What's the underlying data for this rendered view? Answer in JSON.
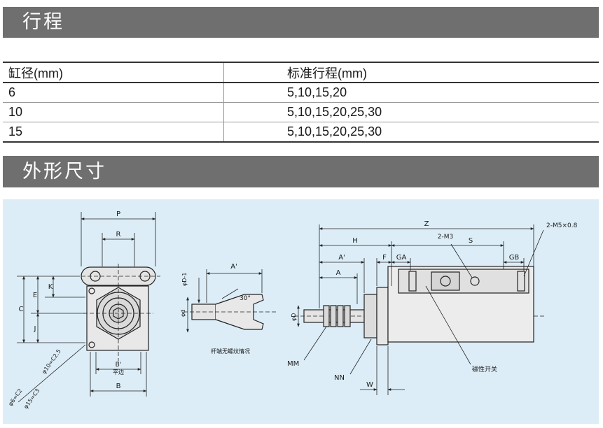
{
  "sections": {
    "stroke_title": "行程",
    "dimensions_title": "外形尺寸"
  },
  "table": {
    "headers": [
      "缸径(mm)",
      "标准行程(mm)"
    ],
    "rows": [
      [
        "6",
        "5,10,15,20"
      ],
      [
        "10",
        "5,10,15,20,25,30"
      ],
      [
        "15",
        "5,10,15,20,25,30"
      ]
    ]
  },
  "drawing": {
    "labels": {
      "P": "P",
      "R": "R",
      "K": "K",
      "E": "E",
      "C": "C",
      "J": "J",
      "B_prime": "B'",
      "flat_side": "平边",
      "B": "B",
      "phi6": "φ6=C2",
      "phi10": "φ10=C2.5",
      "phi15": "φ15=C3",
      "A_prime_left": "A'",
      "phi_D1": "φD-1",
      "phi_d": "φd",
      "angle": "30°",
      "rod_note": "杆端无螺纹情况",
      "Z": "Z",
      "H": "H",
      "two_M3": "2-M3",
      "S": "S",
      "two_M5": "2-M5×0.8",
      "A_prime_right": "A'",
      "F": "F",
      "GA": "GA",
      "GB": "GB",
      "A": "A",
      "phi_D": "φD",
      "MM": "MM",
      "NN": "NN",
      "W": "W",
      "switch": "磁性开关"
    }
  }
}
